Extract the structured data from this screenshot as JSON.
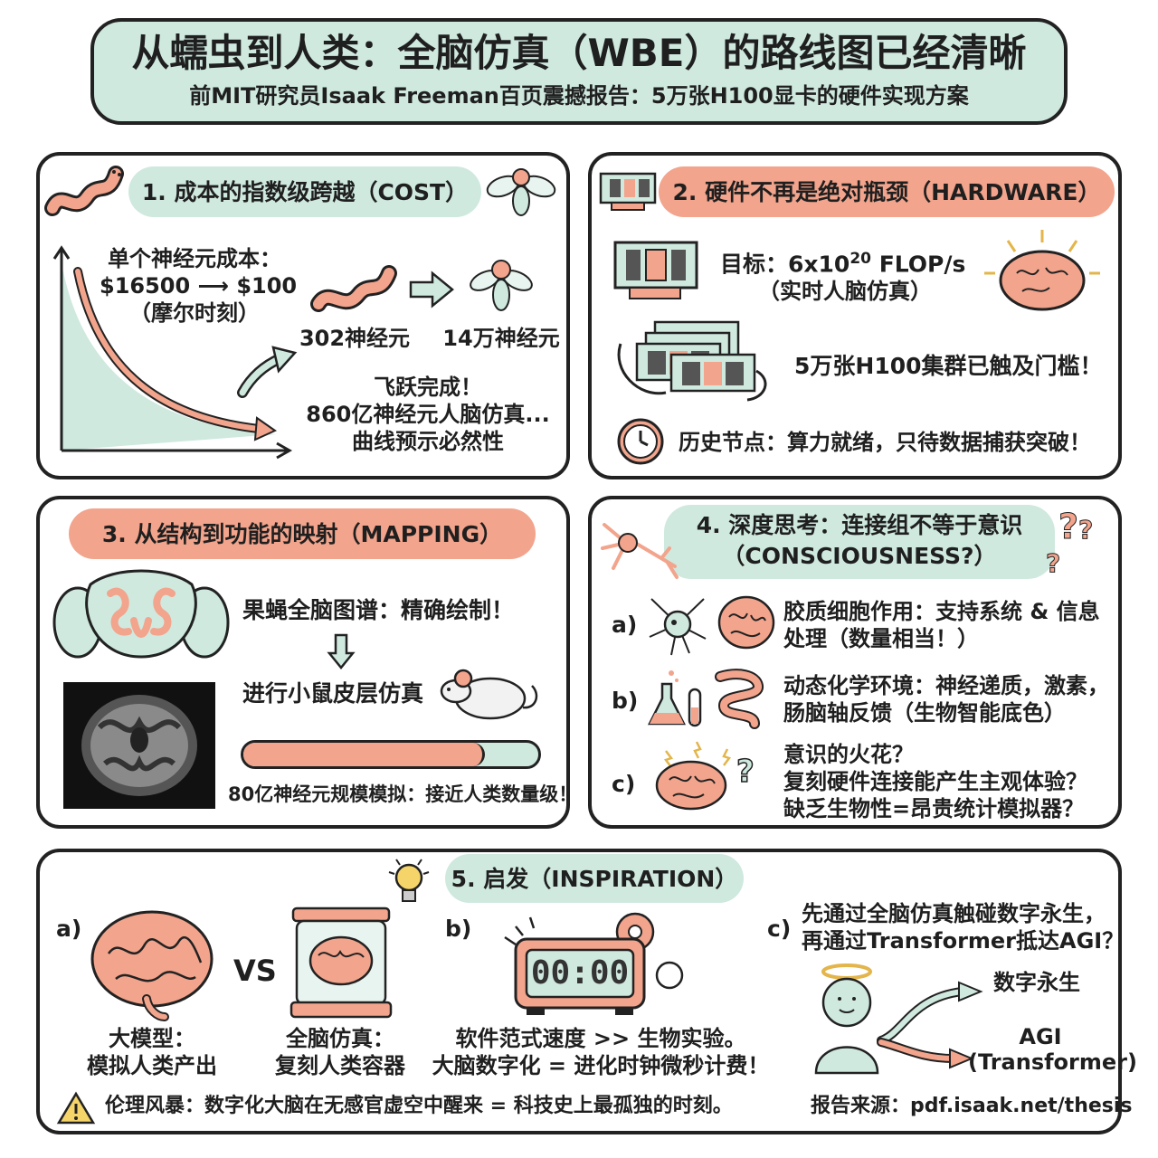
{
  "header": {
    "title": "从蠕虫到人类：全脑仿真（WBE）的路线图已经清晰",
    "subtitle": "前MIT研究员Isaak Freeman百页震撼报告：5万张H100显卡的硬件实现方案"
  },
  "section1": {
    "heading": "1. 成本的指数级跨越（COST）",
    "cost_line1": "单个神经元成本：",
    "cost_line2": "$16500 ⟶ $100",
    "cost_line3": "（摩尔时刻）",
    "worm_label": "302神经元",
    "fly_label": "14万神经元",
    "leap_line1": "飞跃完成！",
    "leap_line2": "860亿神经元人脑仿真...",
    "leap_line3": "曲线预示必然性"
  },
  "section2": {
    "heading": "2. 硬件不再是绝对瓶颈（HARDWARE）",
    "target_prefix": "目标：6x10",
    "target_exp": "20",
    "target_suffix": " FLOP/s",
    "target_note": "（实时人脑仿真）",
    "cluster_text": "5万张H100集群已触及门槛！",
    "milestone_text": "历史节点：算力就绪，只待数据捕获突破！"
  },
  "section3": {
    "heading": "3. 从结构到功能的映射（MAPPING）",
    "fly_map": "果蝇全脑图谱：精确绘制！",
    "mouse_sim": "进行小鼠皮层仿真",
    "progress": 0.82,
    "scale_text": "80亿神经元规模模拟：接近人类数量级！"
  },
  "section4": {
    "heading_line1": "4. 深度思考：连接组不等于意识",
    "heading_line2": "（CONSCIOUSNESS?）",
    "items": [
      {
        "marker": "a)",
        "line1": "胶质细胞作用：支持系统 & 信息",
        "line2": "处理（数量相当！）",
        "line3": ""
      },
      {
        "marker": "b)",
        "line1": "动态化学环境：神经递质，激素，",
        "line2": "肠脑轴反馈（生物智能底色）",
        "line3": ""
      },
      {
        "marker": "c)",
        "line1": "意识的火花？",
        "line2": "复刻硬件连接能产生主观体验？",
        "line3": "缺乏生物性=昂贵统计模拟器？"
      }
    ]
  },
  "section5": {
    "heading": "5. 启发（INSPIRATION）",
    "a_marker": "a)",
    "vs": "VS",
    "llm_line1": "大模型：",
    "llm_line2": "模拟人类产出",
    "wbe_line1": "全脑仿真：",
    "wbe_line2": "复刻人类容器",
    "b_marker": "b)",
    "clock_display": "00:00",
    "b_line1": "软件范式速度 >> 生物实验。",
    "b_line2": "大脑数字化 = 进化时钟微秒计费！",
    "c_marker": "c)",
    "c_line1": "先通过全脑仿真触碰数字永生，",
    "c_line2": "再通过Transformer抵达AGI？",
    "path1": "数字永生",
    "path2_line1": "AGI",
    "path2_line2": "(Transformer)",
    "ethics": "伦理风暴：数字化大脑在无感官虚空中醒来 = 科技史上最孤独的时刻。",
    "source": "报告来源：pdf.isaak.net/thesis"
  },
  "colors": {
    "mint": "#cfe9df",
    "salmon": "#f2a48c",
    "outline": "#222222"
  }
}
